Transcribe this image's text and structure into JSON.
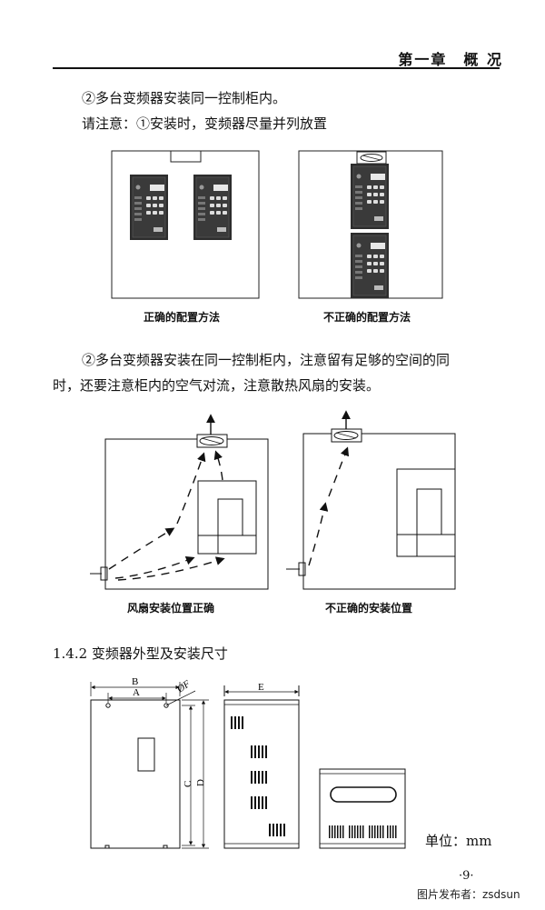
{
  "header": {
    "chapter": "第一章　概 况"
  },
  "paragraphs": {
    "p1": "②多台变频器安装同一控制柜内。",
    "p2": "请注意：①安装时，变频器尽量并列放置",
    "p3_line1": "②多台变频器安装在同一控制柜内，注意留有足够的空间的同",
    "p3_line2": "时，还要注意柜内的空气对流，注意散热风扇的安装。"
  },
  "captions": {
    "correct_config": "正确的配置方法",
    "incorrect_config": "不正确的配置方法",
    "fan_correct": "风扇安装位置正确",
    "fan_incorrect": "不正确的安装位置"
  },
  "section": {
    "title": "1.4.2  变频器外型及安装尺寸"
  },
  "dimension_labels": {
    "a": "A",
    "b": "B",
    "c": "C",
    "d": "D",
    "e": "E",
    "phi": "ØF"
  },
  "unit_label": "单位：mm",
  "page_number": "·9·",
  "watermark": "图片发布者：zsdsun"
}
